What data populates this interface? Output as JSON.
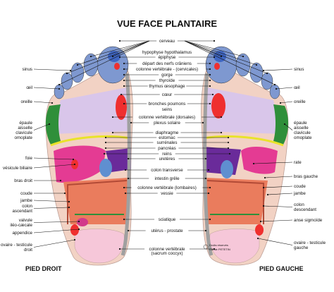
{
  "title": "VUE FACE PLANTAIRE",
  "foot_labels": {
    "right_foot": "PIED DROIT",
    "left_foot": "PIED GAUCHE"
  },
  "credit": [
    "Droits réservés",
    "Carole PETETIN"
  ],
  "center_labels": [
    "cerveau",
    "hypophyse hypothalamus",
    "épiphyse",
    "départ des nerfs crâniens",
    "colonne vertébrale - (cervicales)",
    "gorge",
    "thyroïde",
    "thymus œsophage",
    "cœur",
    "bronches poumons",
    "seins",
    "colonne vertébrale (dorsales)",
    "plexus solaire",
    "diaphragme",
    "estomac",
    "surrénales",
    "pancréas",
    "reins",
    "uretères",
    "colon transverse",
    "intestin grêle",
    "colonne vertébrale (lombaires)",
    "vessie",
    "sciatique",
    "utérus - prostate",
    "colonne vertébrale",
    "(sacrum coccyx)"
  ],
  "left_side_labels": [
    [
      "sinus"
    ],
    [
      "œil"
    ],
    [
      "oreille"
    ],
    [
      "épaule",
      "aisselle",
      "clavicule",
      "omoplate"
    ],
    [
      "foie"
    ],
    [
      "vésicule biliaire"
    ],
    [
      "bras droit"
    ],
    [
      "coude"
    ],
    [
      "jambe"
    ],
    [
      "colon",
      "ascendant"
    ],
    [
      "valvule",
      "iléo-cæcale"
    ],
    [
      "appendice"
    ],
    [
      "ovaire - testicule",
      "droit"
    ]
  ],
  "right_side_labels": [
    [
      "sinus"
    ],
    [
      "œil"
    ],
    [
      "oreille"
    ],
    [
      "épaule",
      "aisselle",
      "clavicule",
      "omoplate"
    ],
    [
      "rate"
    ],
    [
      "bras gauche"
    ],
    [
      "coude"
    ],
    [
      "jambe"
    ],
    [
      "colon",
      "descendant"
    ],
    [
      "anse sigmoïde"
    ],
    [
      "ovaire - testicule",
      "gauche"
    ]
  ],
  "colors": {
    "foot_base": "#f2d2c4",
    "head_blue": "#7e98d0",
    "brain_blue": "#3f66c2",
    "lung_lilac": "#d9c6ea",
    "heart": "#ef2f2f",
    "liver_magenta": "#e43b93",
    "green": "#2f8f3a",
    "yellow": "#e9e32a",
    "spine_gray": "#a0a0a0",
    "stomach_purple": "#6a2b9a",
    "colon_orange": "#ea7c5d",
    "kidney_blue": "#5f8fd0"
  }
}
